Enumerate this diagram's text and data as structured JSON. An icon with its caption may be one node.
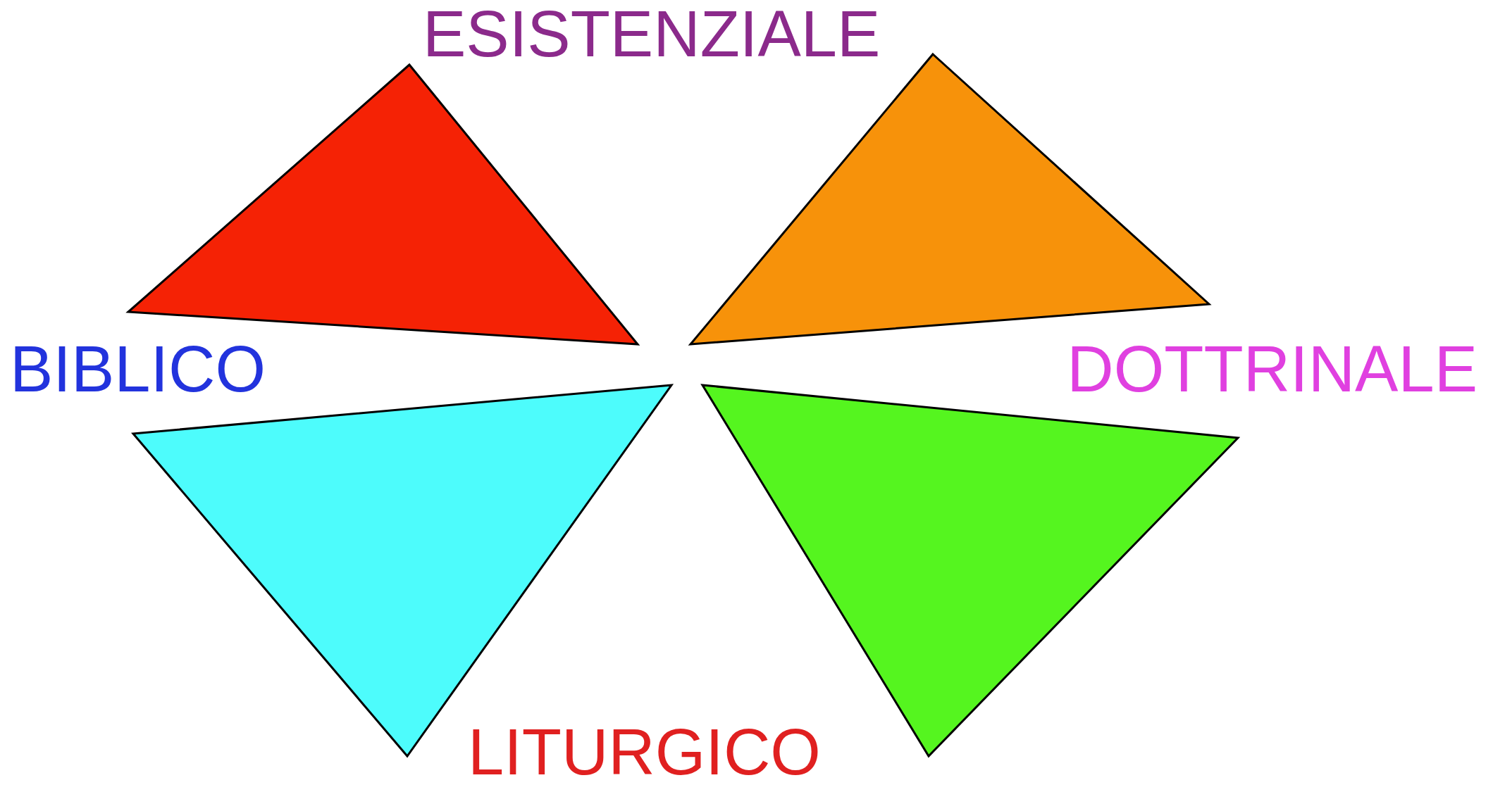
{
  "diagram": {
    "nodes": [
      {
        "text": [],
        "shape": "triangle"
      },
      {
        "text": [],
        "shape": "triangle"
      },
      {
        "text": [],
        "shape": "triangle"
      },
      {
        "text": [],
        "shape": "triangle"
      }
    ],
    "labels": [
      "ESISTENZIALE",
      "BIBLICO",
      "DOTTRINALE",
      "LITURGICO"
    ]
  }
}
